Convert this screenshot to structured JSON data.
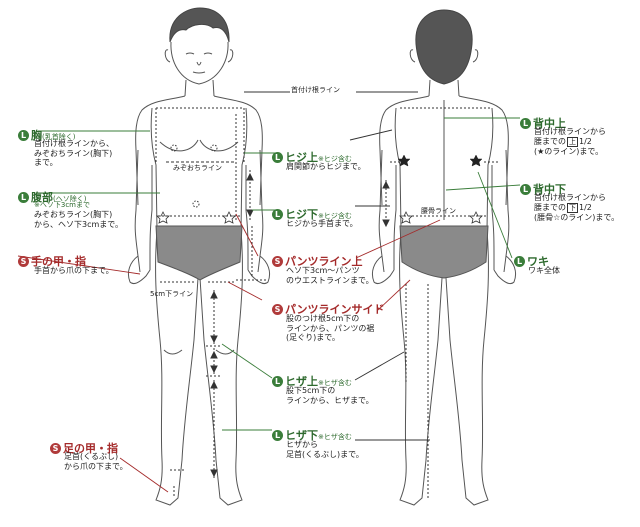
{
  "colors": {
    "green": "#3a7d3a",
    "red": "#b03a3a",
    "body_line": "#555555",
    "hair": "#444444",
    "briefs": "#8a8a8a"
  },
  "badges": {
    "L": "L",
    "S": "S"
  },
  "labels": {
    "neck_line": "首付け根ライン",
    "mizoochi_line": "みぞおちライン",
    "waist_line_back": "腰骨ライン",
    "five_cm_line": "5cm下ライン"
  },
  "areas": {
    "chest": {
      "badge": "L",
      "title": "胸",
      "note": "(乳首除く)",
      "desc": [
        "首付け根ラインから、",
        "みぞおちライン(胸下)",
        "まで。"
      ]
    },
    "abdomen": {
      "badge": "L",
      "title": "腹部",
      "note": "(ヘソ除く)",
      "note2": "※ヘソ下3cmまで",
      "desc": [
        "みぞおちライン(胸下)",
        "から、ヘソ下3cmまで。"
      ]
    },
    "hand": {
      "badge": "S",
      "title": "手の甲・指",
      "desc": [
        "手首から爪の下まで。"
      ]
    },
    "foot": {
      "badge": "S",
      "title": "足の甲・指",
      "desc": [
        "足首(くるぶし)",
        "から爪の下まで。"
      ]
    },
    "upper_arm": {
      "badge": "L",
      "title": "ヒジ上",
      "note": "※ヒジ含む",
      "desc": [
        "肩関節からヒジまで。"
      ]
    },
    "forearm": {
      "badge": "L",
      "title": "ヒジ下",
      "note": "※ヒジ含む",
      "desc": [
        "ヒジから手首まで。"
      ]
    },
    "pants_line": {
      "badge": "S",
      "title": "パンツライン上",
      "desc": [
        "ヘソ下3cm〜パンツ",
        "のウエストラインまで。"
      ]
    },
    "pants_side": {
      "badge": "S",
      "title": "パンツラインサイド",
      "desc": [
        "股のつけ根5cm下の",
        "ラインから、パンツの裾",
        "(足ぐり)まで。"
      ]
    },
    "thigh": {
      "badge": "L",
      "title": "ヒザ上",
      "note": "※ヒザ含む",
      "desc": [
        "股下5cm下の",
        "ラインから、ヒザまで。"
      ]
    },
    "shin": {
      "badge": "L",
      "title": "ヒザ下",
      "note": "※ヒザ含む",
      "desc": [
        "ヒザから",
        "足首(くるぶし)まで。"
      ]
    },
    "upper_back": {
      "badge": "L",
      "title": "背中上",
      "desc_a": "首付け根ラインから",
      "desc_b_pre": "腰までの",
      "desc_b_box": "上",
      "desc_b_post": "1/2",
      "desc_c": "(★のライン)まで。"
    },
    "lower_back": {
      "badge": "L",
      "title": "背中下",
      "desc_a": "首付け根ラインから",
      "desc_b_pre": "腰までの",
      "desc_b_box": "下",
      "desc_b_post": "1/2",
      "desc_c": "(腰骨☆のライン)まで。"
    },
    "armpit": {
      "badge": "L",
      "title": "ワキ",
      "desc": [
        "ワキ全体"
      ]
    }
  }
}
